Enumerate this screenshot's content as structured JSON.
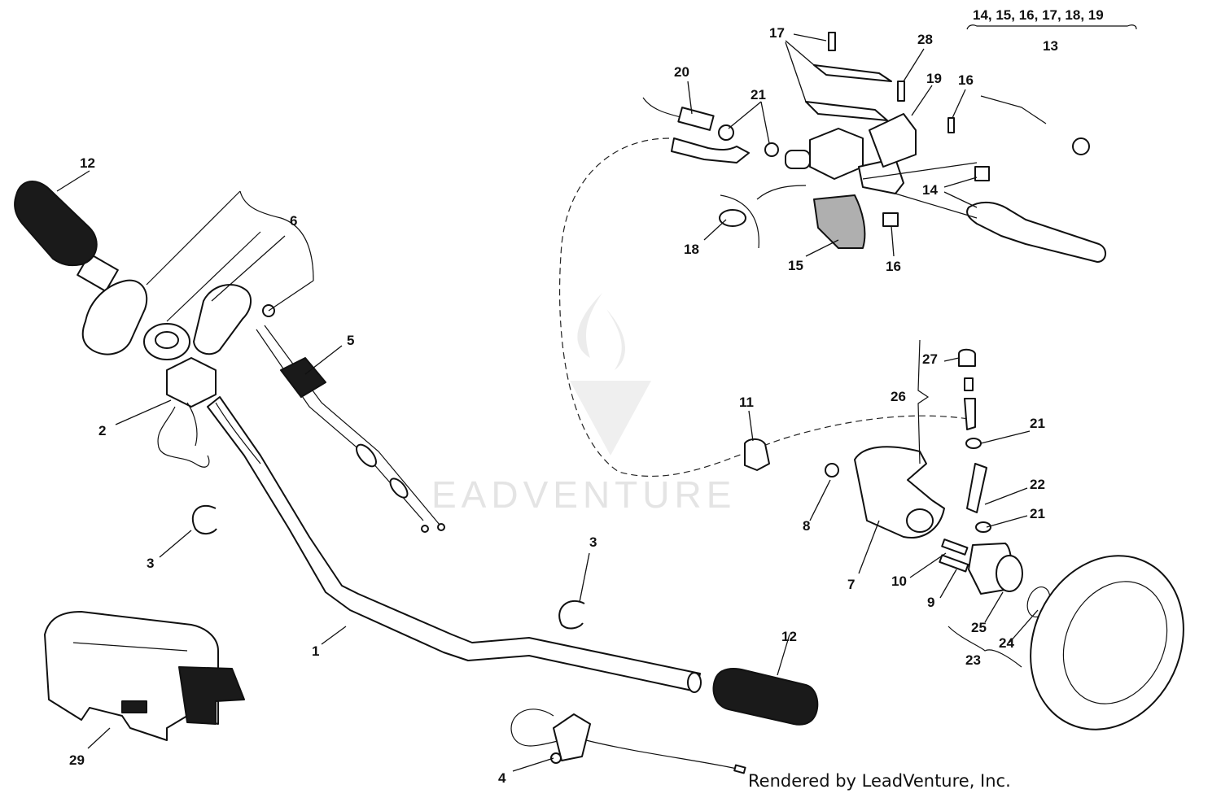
{
  "watermark": {
    "text": "EADVENTURE"
  },
  "credit": "Rendered by LeadVenture, Inc.",
  "group_header": {
    "items": "14, 15, 16, 17, 18, 19",
    "number": "13"
  },
  "callouts": {
    "c1": "1",
    "c2": "2",
    "c3a": "3",
    "c3b": "3",
    "c4": "4",
    "c5": "5",
    "c6": "6",
    "c7": "7",
    "c8": "8",
    "c9": "9",
    "c10": "10",
    "c11": "11",
    "c12a": "12",
    "c12b": "12",
    "c14a": "14",
    "c15": "15",
    "c16a": "16",
    "c16b": "16",
    "c17": "17",
    "c18": "18",
    "c19": "19",
    "c20": "20",
    "c21a": "21",
    "c21b": "21",
    "c21c": "21",
    "c22": "22",
    "c23": "23",
    "c24": "24",
    "c25": "25",
    "c26": "26",
    "c27": "27",
    "c28": "28",
    "c29": "29"
  }
}
